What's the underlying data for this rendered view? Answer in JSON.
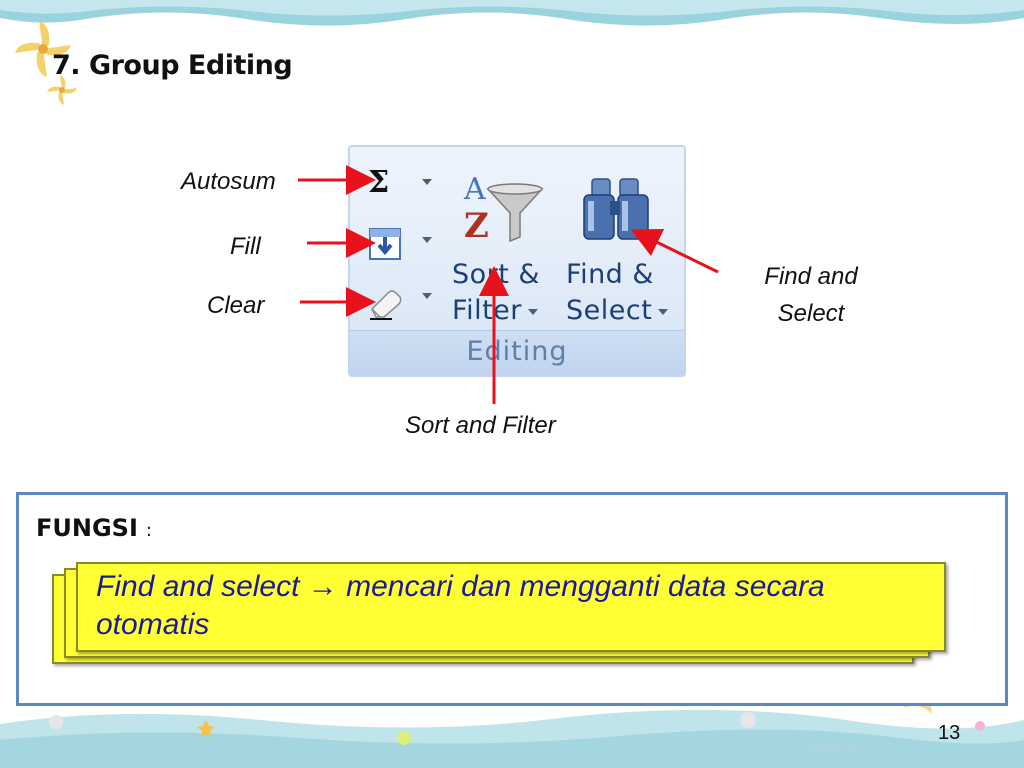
{
  "slide": {
    "title": "7. Group Editing",
    "page_number": "13",
    "watermark": "witmin.cn"
  },
  "ribbon": {
    "group_label": "Editing",
    "autosum_icon": "sigma-icon",
    "fill_icon": "fill-down-icon",
    "clear_icon": "eraser-icon",
    "sort_filter_line1": "Sort &",
    "sort_filter_line2": "Filter",
    "find_select_line1": "Find &",
    "find_select_line2": "Select"
  },
  "callouts": {
    "autosum": "Autosum",
    "fill": "Fill",
    "clear": "Clear",
    "find_select_line1": "Find and",
    "find_select_line2": "Select",
    "sort_filter": "Sort and Filter"
  },
  "fungsi": {
    "label": "FUNGSI",
    "colon": ":",
    "text_line1": "Find and select → mencari dan mengganti data secara",
    "text_line2": "otomatis"
  },
  "colors": {
    "arrow": "#e8121c",
    "ribbon_label": "#1e3f74",
    "box_border": "#5b87c4",
    "highlight": "#ffff33",
    "highlight_text": "#1a1a9a"
  }
}
